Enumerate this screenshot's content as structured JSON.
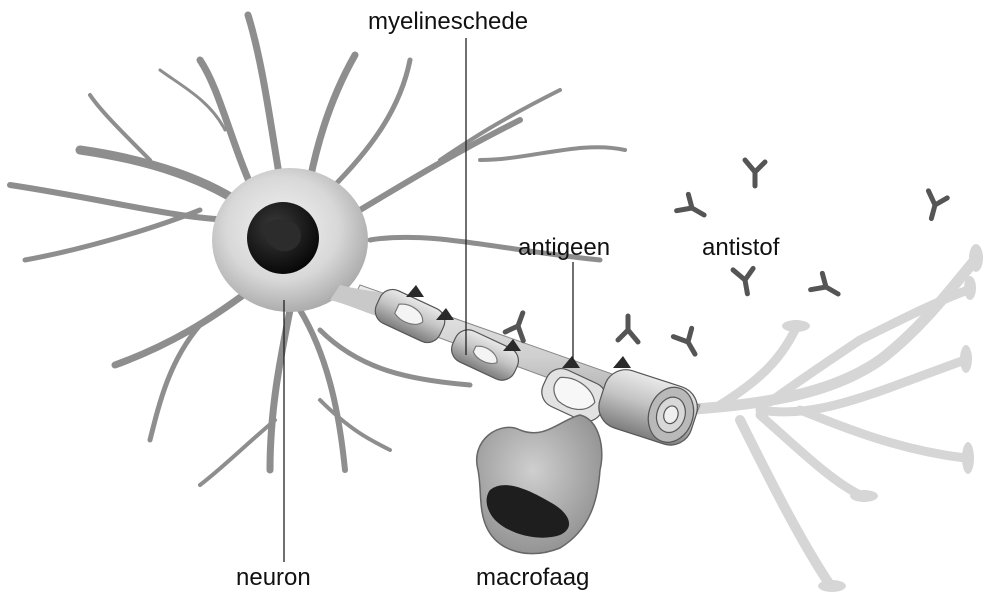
{
  "labels": {
    "myelin_sheath": "myelineschede",
    "antigen": "antigeen",
    "antibody": "antistof",
    "neuron": "neuron",
    "macrophage": "macrofaag"
  },
  "colors": {
    "soma": "#cfcfcf",
    "dendrite": "#8e8e8e",
    "axon_terminal": "#d6d6d6",
    "nucleus": "#111111",
    "antibody": "#555555",
    "antigen": "#2a2a2a",
    "leader_line": "#222222"
  }
}
